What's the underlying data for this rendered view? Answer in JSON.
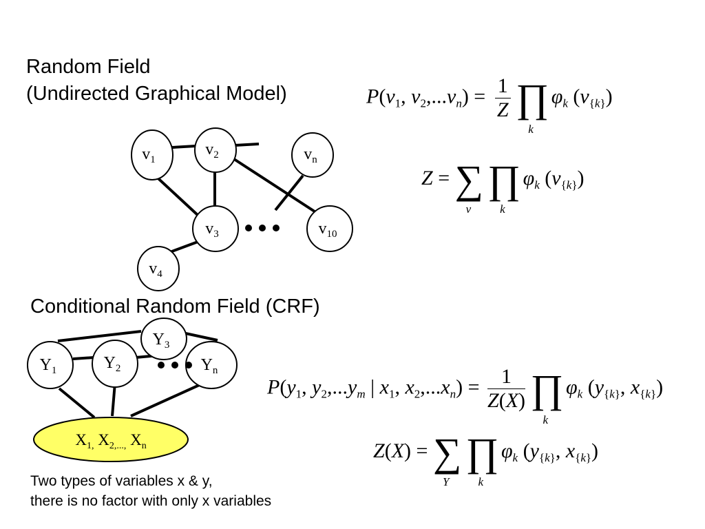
{
  "headings": {
    "random_field_line1": "Random Field",
    "random_field_line2": "(Undirected Graphical Model)",
    "crf": "Conditional Random Field (CRF)"
  },
  "note": {
    "line1": "Two types of variables x & y,",
    "line2": "there is no factor with only x variables"
  },
  "rf_nodes": [
    {
      "id": "v1",
      "base": "v",
      "sub": "1"
    },
    {
      "id": "v2",
      "base": "v",
      "sub": "2"
    },
    {
      "id": "vn",
      "base": "v",
      "sub": "n"
    },
    {
      "id": "v3",
      "base": "v",
      "sub": "3"
    },
    {
      "id": "v10",
      "base": "v",
      "sub": "10"
    },
    {
      "id": "v4",
      "base": "v",
      "sub": "4"
    }
  ],
  "crf_nodes": [
    {
      "id": "Y3",
      "base": "Y",
      "sub": "3"
    },
    {
      "id": "Y1",
      "base": "Y",
      "sub": "1"
    },
    {
      "id": "Y2",
      "base": "Y",
      "sub": "2"
    },
    {
      "id": "Yn",
      "base": "Y",
      "sub": "n"
    }
  ],
  "crf_observed": {
    "label": "X1, X2,..., Xn",
    "fill": "#ffff66"
  },
  "ellipsis": "•••",
  "edges_rf": [
    [
      "v1",
      "v2"
    ],
    [
      "v2",
      "v2-stub"
    ],
    [
      "v1",
      "v3"
    ],
    [
      "v2",
      "v3"
    ],
    [
      "v2",
      "v10"
    ],
    [
      "vn",
      "v3-dots"
    ],
    [
      "v3",
      "v4"
    ]
  ],
  "edges_crf": [
    [
      "Y1",
      "Y3"
    ],
    [
      "Y3",
      "Yn"
    ],
    [
      "Y1",
      "Y2"
    ],
    [
      "Y2",
      "Y3"
    ],
    [
      "Y1",
      "X"
    ],
    [
      "Y2",
      "X"
    ],
    [
      "Yn",
      "X"
    ]
  ],
  "equations": {
    "p_rf": "P(v1, v2,...vn) = 1/Z ∏k φk(v{k})",
    "z_rf": "Z = ∑v ∏k φk(v{k})",
    "p_crf": "P(y1, y2,...ym | x1, x2,...xn) = 1/Z(X) ∏k φk(y{k}, x{k})",
    "z_crf": "Z(X) = ∑Y ∏k φk(y{k}, x{k})"
  }
}
